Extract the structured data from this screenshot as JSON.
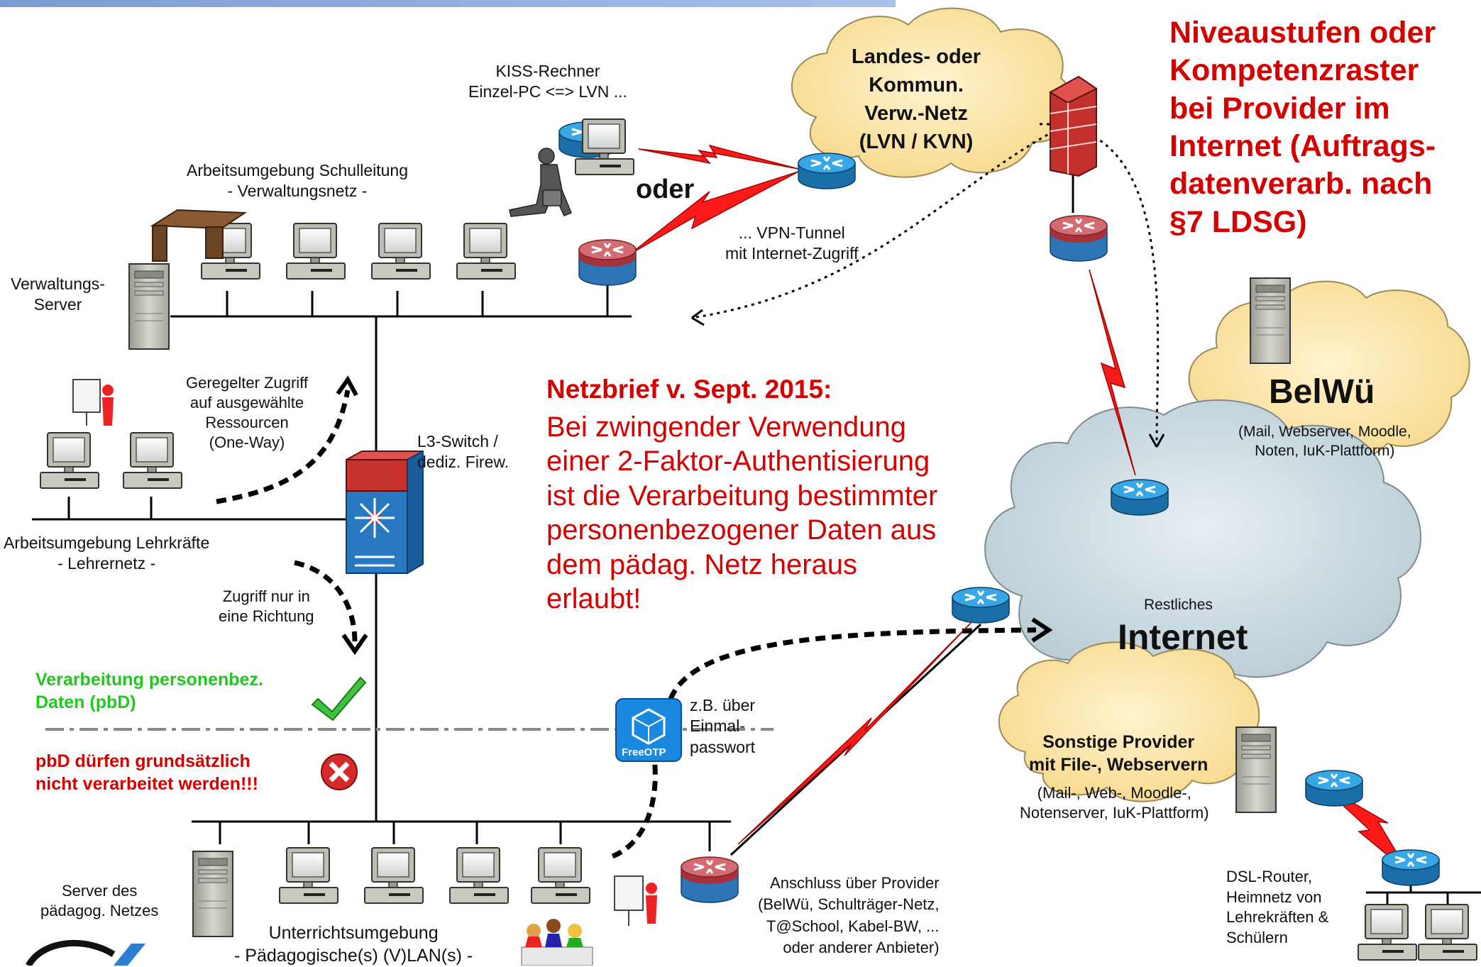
{
  "labels": {
    "kiss": "KISS-Rechner\nEinzel-PC <=> LVN ...",
    "oder": "oder",
    "vpn": "... VPN-Tunnel\nmit Internet-Zugriff",
    "lvn": "Landes- oder\nKommun.\nVerw.-Netz\n(LVN / KVN)",
    "niveau": "Niveaustufen oder\nKompetenzraster\nbei Provider im\nInternet (Auftrags-\ndatenverarb. nach\n§7 LDSG)",
    "schulleitung": "Arbeitsumgebung Schulleitung\n- Verwaltungsnetz -",
    "verwserver": "Verwaltungs-\nServer",
    "zugriff1": "Geregelter Zugriff\nauf ausgewählte\nRessourcen\n(One-Way)",
    "l3switch": "L3-Switch /\ndediz. Firew.",
    "lehrkraefte": "Arbeitsumgebung Lehrkräfte\n- Lehrernetz -",
    "zugriff2": "Zugriff nur in\neine Richtung",
    "netzbrief_title": "Netzbrief v. Sept. 2015:",
    "netzbrief_body": "Bei zwingender Verwendung\neiner 2-Faktor-Authentisierung\nist die Verarbeitung bestimmter\npersonenbezogener Daten aus\ndem pädag. Netz heraus\nerlaubt!",
    "belwue": "BelWü",
    "belwue_sub": "(Mail, Webserver, Moodle,\nNoten, IuK-Plattform)",
    "restliches": "Restliches",
    "internet": "Internet",
    "pbd_ok": "Verarbeitung personenbez.\nDaten (pbD)",
    "pbd_no": "pbD dürfen grundsätzlich\nnicht verarbeitet werden!!!",
    "freeotp": "FreeOTP",
    "einmal": "z.B. über\nEinmal-\npasswort",
    "sonstige_title": "Sonstige Provider\nmit File-, Webservern",
    "sonstige_sub": "(Mail-, Web-, Moodle-,\nNotenserver, IuK-Plattform)",
    "server_paed": "Server des\npädagog. Netzes",
    "unterricht": "Unterrichtsumgebung\n- Pädagogische(s) (V)LAN(s) -",
    "anschluss": "Anschluss über Provider\n(BelWü, Schulträger-Netz,\nT@School, Kabel-BW, ...\noder anderer Anbieter)",
    "dsl": "DSL-Router,\nHeimnetz von\nLehrekräften &\nSchülern"
  },
  "colors": {
    "accent_red": "#d40000",
    "ok_green": "#1ec81e",
    "cloud_yellow": "#fbe3a3",
    "cloud_blue": "#c9d8df",
    "router_blue": "#1f8fd0",
    "router_red": "#b5424a",
    "firewall": "#c0322f"
  },
  "icons": [
    "router-icon",
    "computer-icon",
    "server-icon",
    "firewall-icon",
    "switch-icon",
    "lightning-icon",
    "checkmark-icon",
    "error-icon",
    "freeotp-icon",
    "desk-icon",
    "walking-person-icon",
    "presenter-icon",
    "group-icon"
  ]
}
